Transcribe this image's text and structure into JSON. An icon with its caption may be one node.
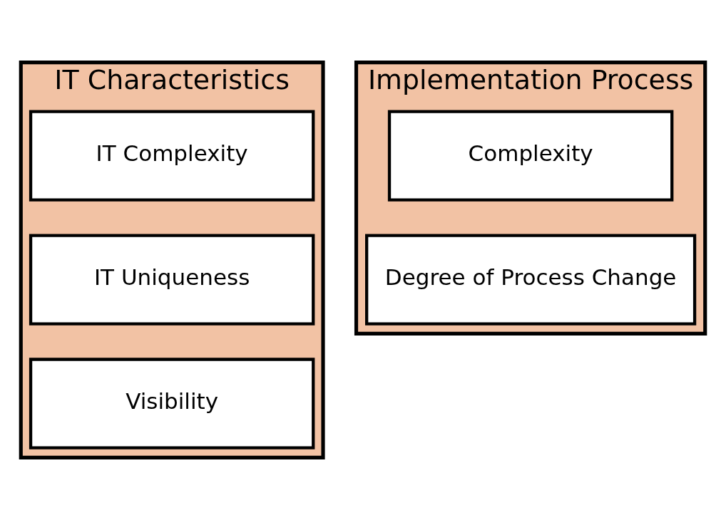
{
  "diagram": {
    "nodes": [
      {
        "text": [
          "IT Characteristics"
        ]
      },
      {
        "text": [
          "IT Complexity"
        ],
        "in": 0
      },
      {
        "text": [
          "IT Uniqueness"
        ],
        "in": 0
      },
      {
        "text": [
          "Visibility"
        ],
        "in": 0
      },
      {
        "text": [
          "Implementation Process"
        ]
      },
      {
        "text": [
          "Complexity"
        ],
        "in": 4
      },
      {
        "text": [
          "Degree of Process Change"
        ],
        "in": 4
      }
    ],
    "edges": []
  }
}
